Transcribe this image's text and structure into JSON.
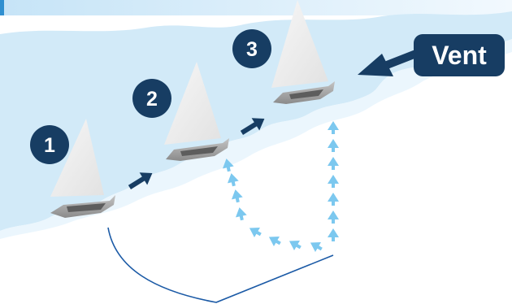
{
  "boats": [
    {
      "number": "1"
    },
    {
      "number": "2"
    },
    {
      "number": "3"
    }
  ],
  "wind": {
    "label": "Vent"
  },
  "colors": {
    "water": "#d2eaf8",
    "water_light": "#e8f5fd",
    "top_bar": "#d6ecf9",
    "accent_bar": "#2f8fd0",
    "badge": "#173d63",
    "arrow_dark": "#173d63",
    "arrow_light": "#7cc8ef",
    "sail": "#eeeeee",
    "hull": "#9c9c9c",
    "bracket": "#1b5aa6"
  },
  "icons": {
    "progress_arrow": "arrow-right-up-icon",
    "wind_arrow": "arrow-down-left-icon",
    "force_arrow": "chevron-up-icon"
  }
}
